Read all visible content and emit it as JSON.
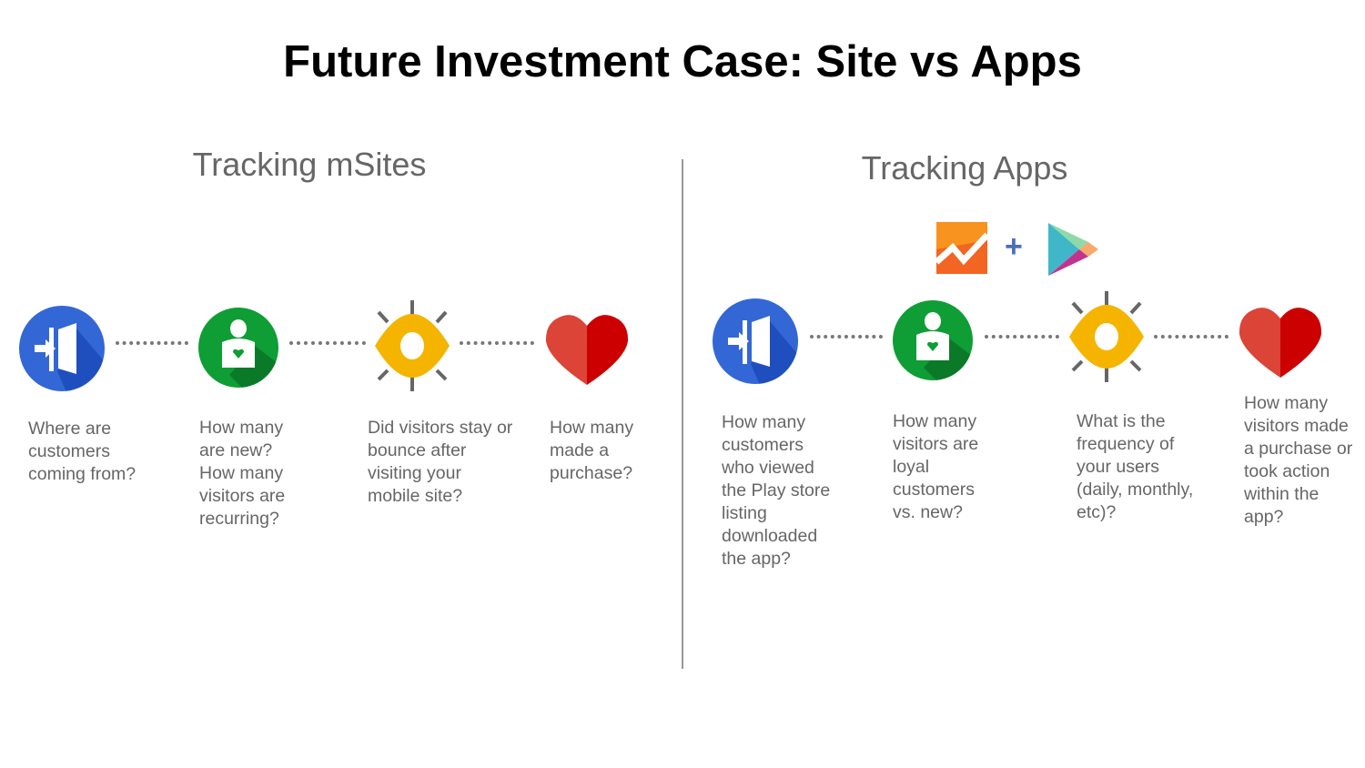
{
  "title": "Future Investment Case: Site vs Apps",
  "msites": {
    "heading": "Tracking mSites",
    "steps": [
      {
        "icon": "entrance-door-icon",
        "question": "Where are customers coming from?"
      },
      {
        "icon": "loyal-user-icon",
        "question": "How many are new? How many visitors are recurring?"
      },
      {
        "icon": "eye-icon",
        "question": "Did visitors stay or bounce after visiting your mobile site?"
      },
      {
        "icon": "heart-icon",
        "question": "How many made a purchase?"
      }
    ]
  },
  "apps": {
    "heading": "Tracking Apps",
    "logos": {
      "left": "google-analytics-logo",
      "plus": "+",
      "right": "google-play-logo"
    },
    "steps": [
      {
        "icon": "entrance-door-icon",
        "question": "How many customers who viewed the Play store listing downloaded the app?"
      },
      {
        "icon": "loyal-user-icon",
        "question": "How many visitors are loyal customers vs. new?"
      },
      {
        "icon": "eye-icon",
        "question": "What is the frequency of your users (daily, monthly, etc)?"
      },
      {
        "icon": "heart-icon",
        "question": "How many visitors made a purchase or took action within the app?"
      }
    ]
  },
  "colors": {
    "blue": "#3367d6",
    "green": "#0f9d35",
    "yellow": "#f4b400",
    "red": "#db4437"
  }
}
